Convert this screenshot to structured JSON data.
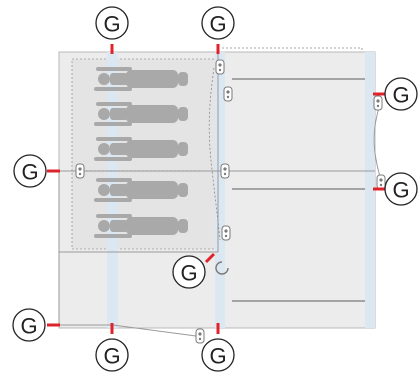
{
  "markers": {
    "top_left": "G",
    "top_middle": "G",
    "right_upper": "G",
    "right_lower": "G",
    "left_middle": "G",
    "center_lower": "G",
    "bottom_left": "G",
    "bottom_middle": "G",
    "bottom_right": "G"
  },
  "colors": {
    "panel_fill": "#ececec",
    "panel_border": "#b9b9b9",
    "beam_blue": "#dbe7f1",
    "figure_gray": "#a9a9a9",
    "tick_red": "#e0232b"
  },
  "icons": {
    "plug": "plug-icon",
    "hook": "hook-icon",
    "person": "person-icon"
  }
}
